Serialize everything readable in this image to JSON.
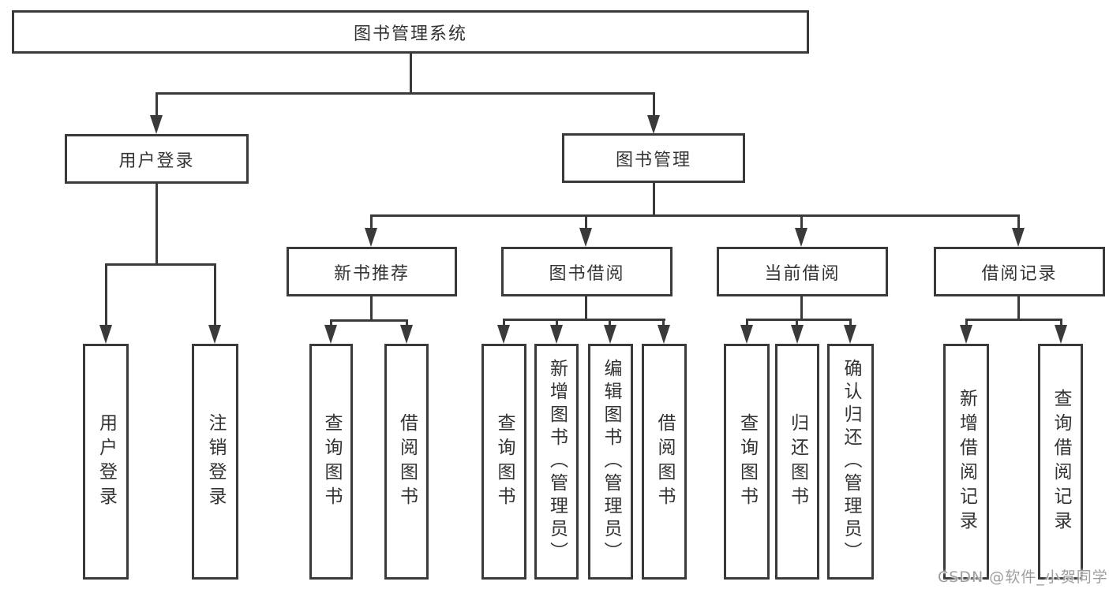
{
  "tree": {
    "root": "图书管理系统",
    "branches": [
      {
        "label": "用户登录",
        "children": [
          "用户登录",
          "注销登录"
        ]
      },
      {
        "label": "图书管理",
        "groups": [
          {
            "label": "新书推荐",
            "children": [
              "查询图书",
              "借阅图书"
            ]
          },
          {
            "label": "图书借阅",
            "children": [
              "查询图书",
              "新增图书（管理员）",
              "编辑图书（管理员）",
              "借阅图书"
            ]
          },
          {
            "label": "当前借阅",
            "children": [
              "查询图书",
              "归还图书",
              "确认归还（管理员）"
            ]
          },
          {
            "label": "借阅记录",
            "children": [
              "新增借阅记录",
              "查询借阅记录"
            ]
          }
        ]
      }
    ]
  },
  "watermark": "CSDN @软件_小贺同学",
  "colors": {
    "line": "#3a3a3a",
    "text": "#333333",
    "watermark": "#9e9e9e",
    "background": "#ffffff"
  }
}
